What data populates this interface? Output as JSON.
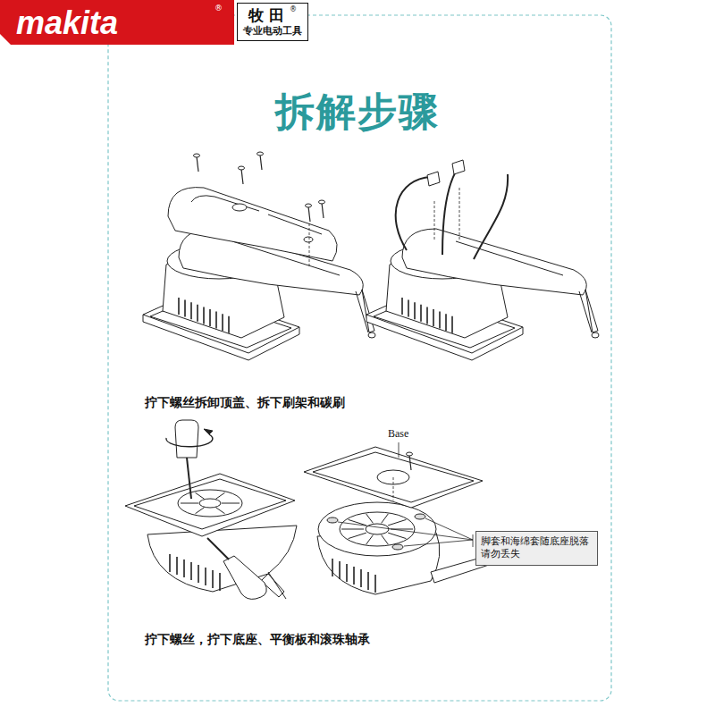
{
  "diagram": {
    "title": "拆解步骤",
    "nodes": [
      {
        "text": [
          "牧田",
          "®",
          "专业电动工具"
        ]
      },
      {
        "text": [
          "脚套和海绵套随底座脱落 请勿丢失"
        ]
      }
    ],
    "labels": [
      "makita",
      "®",
      "拧下螺丝拆卸顶盖、拆下刷架和碳刷",
      "Base",
      "拧下螺丝，拧下底座、平衡板和滚珠轴承"
    ]
  }
}
